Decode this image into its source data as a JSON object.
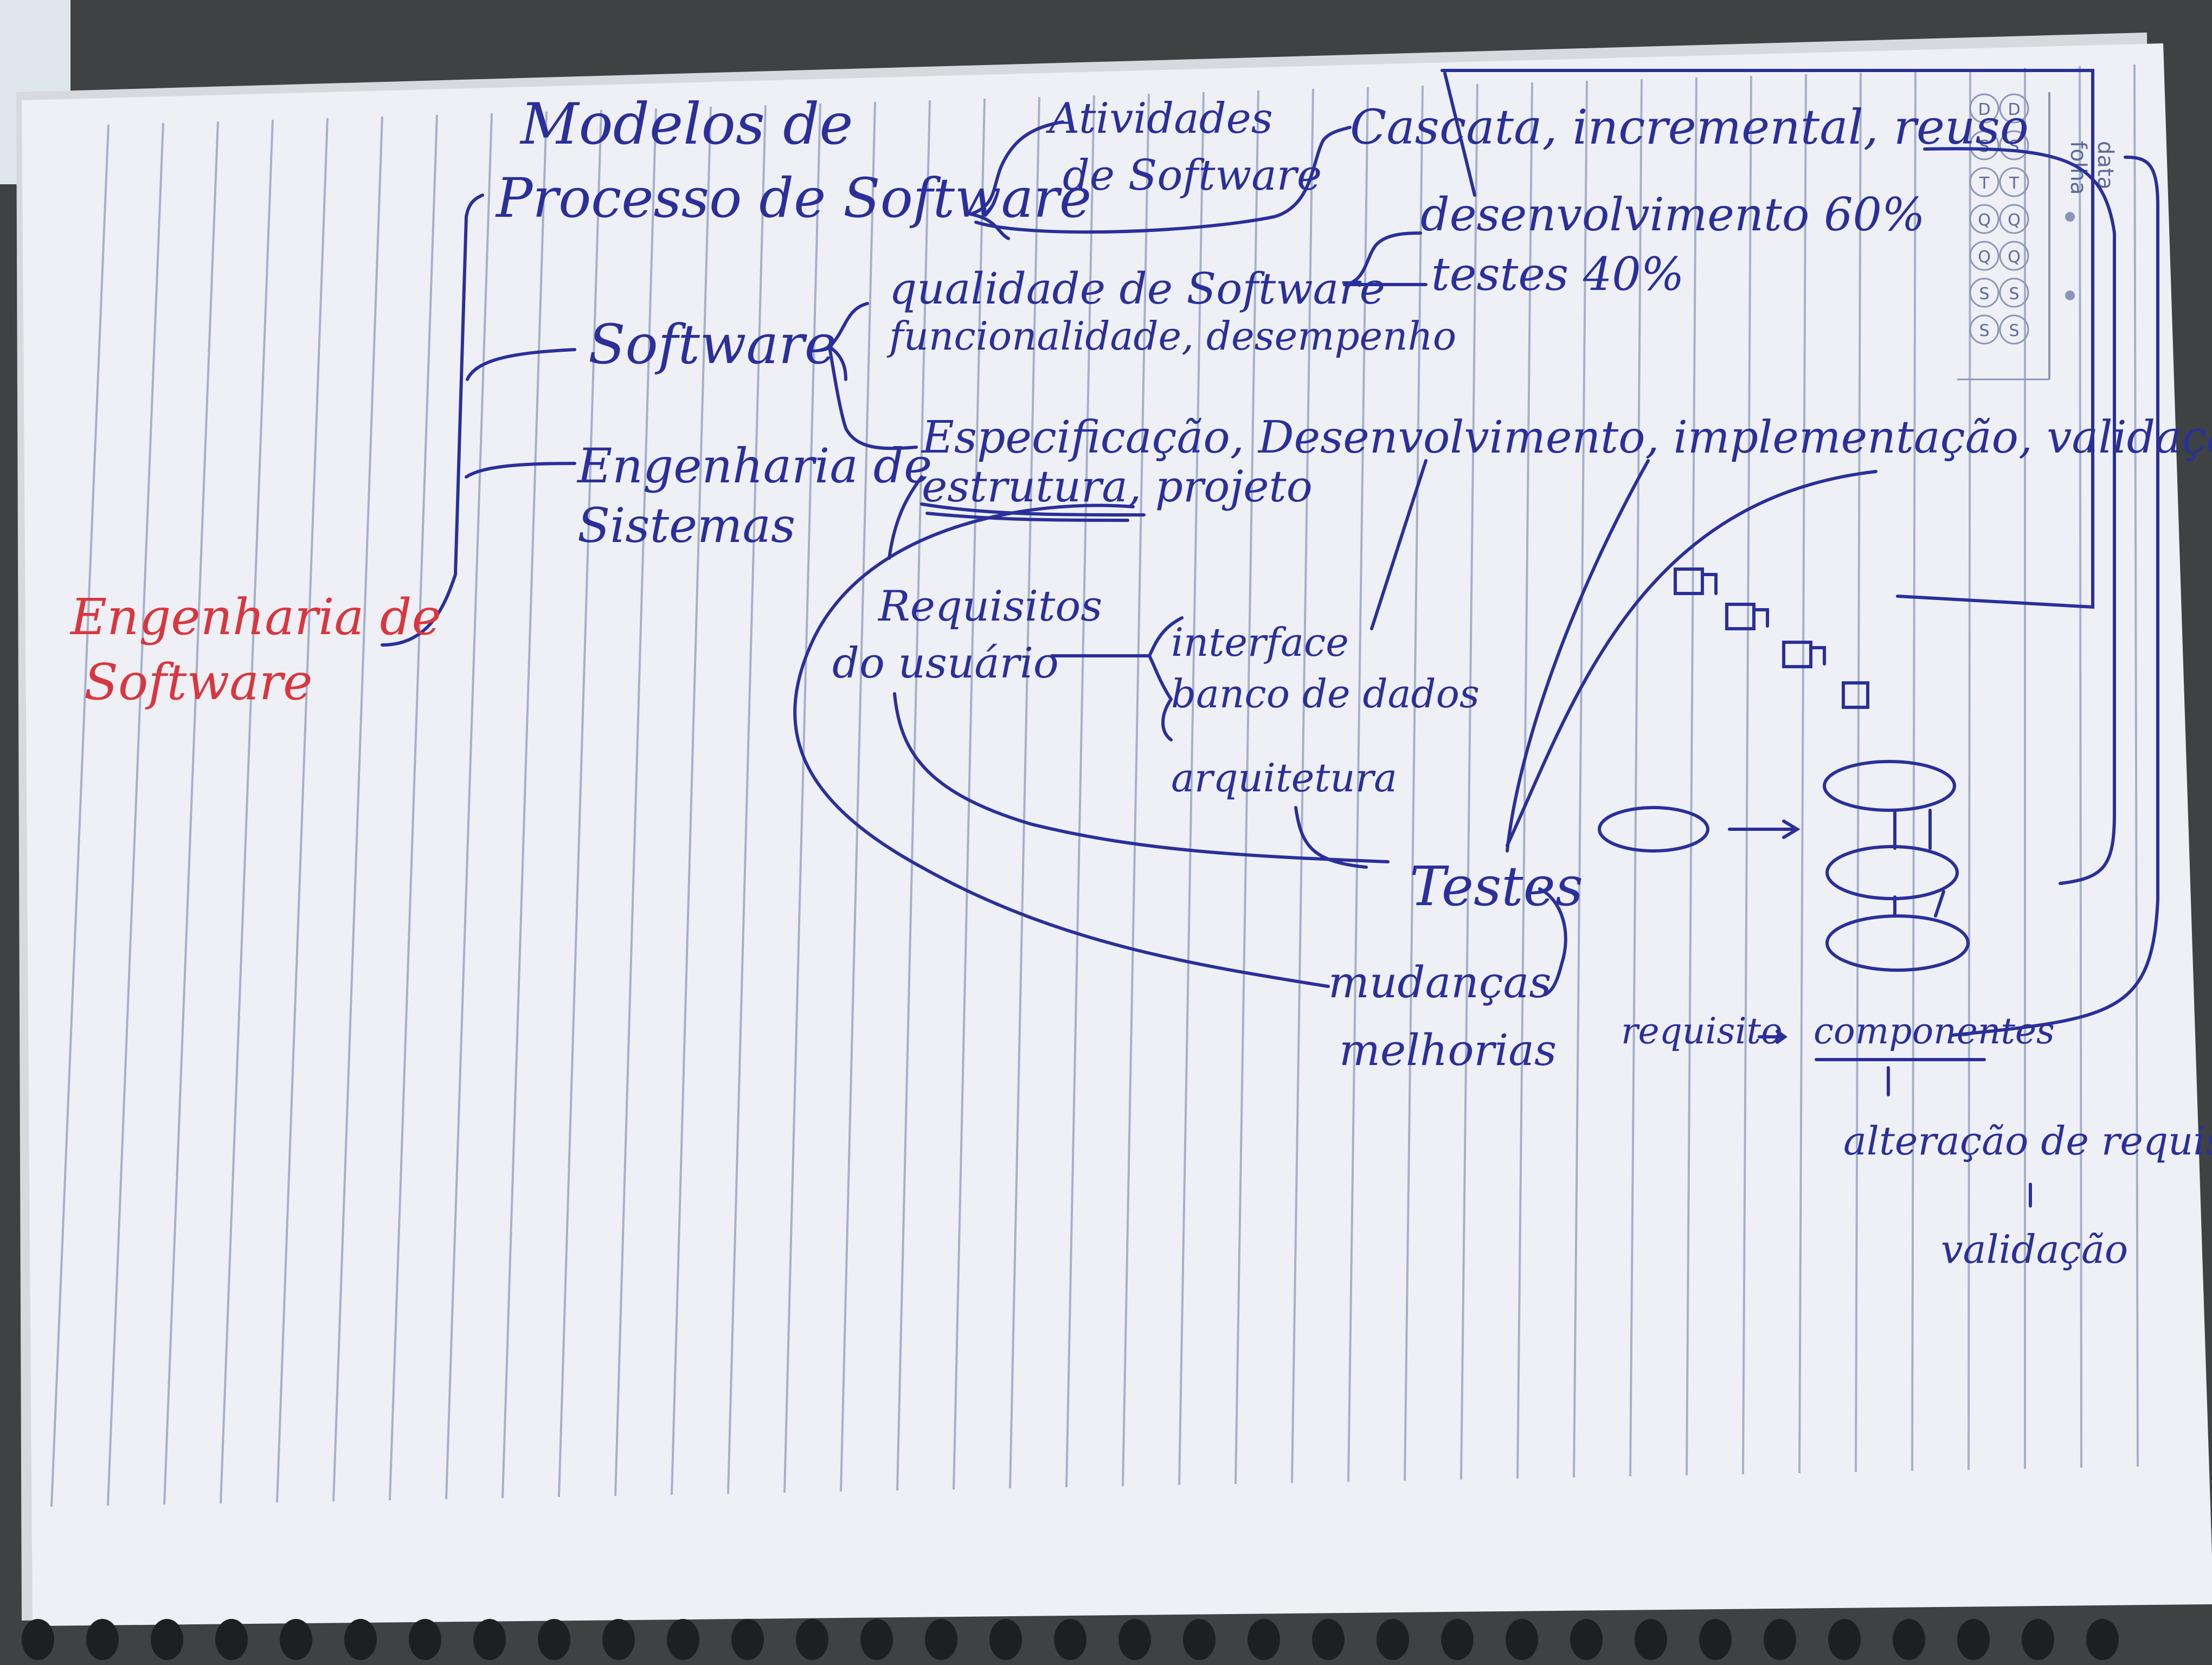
{
  "notes": {
    "title_line1": "Modelos de",
    "title_line2": "Processo de Software",
    "atividades_line1": "Atividades",
    "atividades_line2": "de Software",
    "cascata": "Cascata, incremental, reuso",
    "desenvolvimento": "desenvolvimento 60%",
    "testes_pct": "testes 40%",
    "software": "Software",
    "qualidade": "qualidade de Software",
    "funcionalidade": "funcionalidade, desempenho",
    "eng_sistemas_line1": "Engenharia de",
    "eng_sistemas_line2": "Sistemas",
    "eng_software_line1": "Engenharia de",
    "eng_software_line2": "Software",
    "fases": "Especificação, Desenvolvimento, implementação, validação",
    "estrutura": "estrutura, projeto",
    "requisitos_line1": "Requisitos",
    "requisitos_line2": "do usuário",
    "interface": "interface",
    "banco": "banco de dados",
    "arquitetura": "arquitetura",
    "testes": "Testes",
    "mudancas": "mudanças",
    "melhorias": "melhorias",
    "requisito": "requisito",
    "componentes": "componentes",
    "alteracao": "alteração de requisito",
    "validacao": "validação"
  },
  "header_box": {
    "data_label": "data",
    "folha_label": "folha",
    "weekdays_col1": [
      "D",
      "S",
      "T",
      "Q",
      "Q",
      "S",
      "S"
    ],
    "weekdays_col2": [
      "D",
      "S",
      "T",
      "Q",
      "Q",
      "S",
      "S"
    ]
  },
  "colors": {
    "ink_blue": "#2a2f9a",
    "ink_red": "#d9363e",
    "paper": "#eef0f5",
    "rule_line": "#9aa6c4"
  }
}
